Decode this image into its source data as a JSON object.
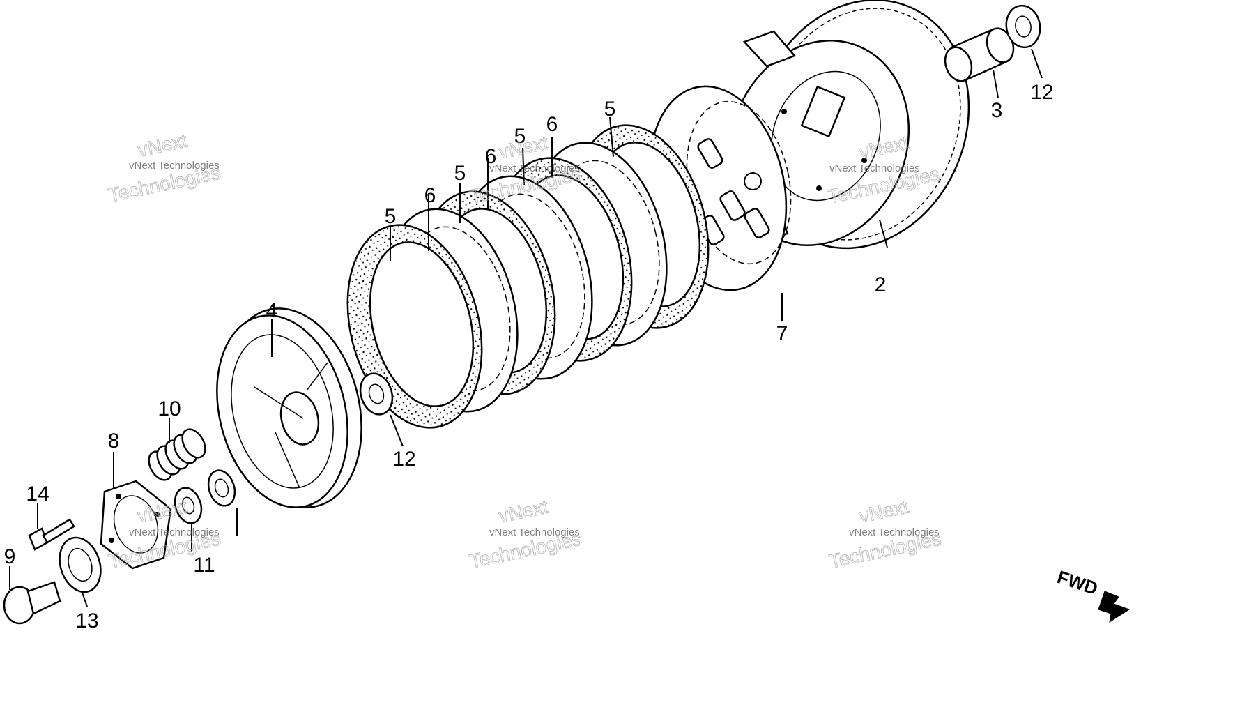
{
  "callouts": {
    "c2": "2",
    "c3": "3",
    "c4": "4",
    "c5a": "5",
    "c5b": "5",
    "c5c": "5",
    "c5d": "5",
    "c6a": "6",
    "c6b": "6",
    "c6c": "6",
    "c7": "7",
    "c8": "8",
    "c9": "9",
    "c10": "10",
    "c11": "11",
    "c12a": "12",
    "c12b": "12",
    "c13": "13",
    "c14": "14"
  },
  "watermark": {
    "line1": "vNext Technologies",
    "line2": "vNext",
    "line3": "Technologies"
  },
  "direction_label": "FWD"
}
